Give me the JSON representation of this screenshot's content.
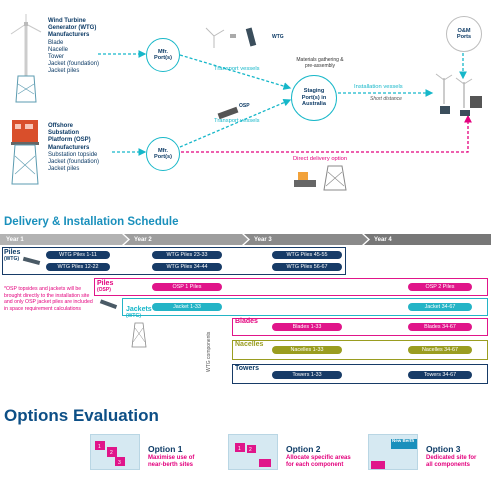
{
  "wtg": {
    "title_lines": [
      "Wind Turbine",
      "Generator (WTG)",
      "Manufacturers"
    ],
    "items": [
      "Blade",
      "Nacelle",
      "Tower",
      "Jacket (foundation)",
      "Jacket piles"
    ]
  },
  "osp": {
    "title_lines": [
      "Offshore",
      "Substation",
      "Platform (OSP)",
      "Manufacturers"
    ],
    "items": [
      "Substation topside",
      "Jacket (foundation)",
      "Jacket piles"
    ]
  },
  "nodes": {
    "mfr_top": [
      "Mfr.",
      "Port(s)"
    ],
    "mfr_bottom": [
      "Mfr.",
      "Port(s)"
    ],
    "staging": [
      "Staging",
      "Port(s) in",
      "Australia"
    ],
    "om": [
      "O&M",
      "Ports"
    ]
  },
  "flow_labels": {
    "transport_top": "Transport vessels",
    "transport_bottom": "Transport vessels",
    "materials": [
      "Materials gathering &",
      "pre-assembly"
    ],
    "installation": "Installation vessels",
    "short_distance": "Short distance",
    "direct_delivery": "Direct delivery option",
    "wtg_tag": "WTG",
    "osp_tag": "OSP"
  },
  "schedule": {
    "heading": "Delivery & Installation Schedule",
    "years": [
      "Year 1",
      "Year 2",
      "Year 3",
      "Year 4"
    ],
    "piles_wtg_label": [
      "Piles",
      "(WTG)"
    ],
    "piles_osp_label": [
      "Piles",
      "(OSP)"
    ],
    "jackets_label": [
      "Jackets",
      "(WTG)"
    ],
    "blades_label": "Blades",
    "nacelles_label": "Nacelles",
    "towers_label": "Towers",
    "wtg_components_vertical": "WTG components",
    "footnote": "*OSP topsides and jackets will be brought directly to the installation site and only OSP jacket piles are included in space requirement calculations",
    "pills": {
      "wtg_piles_1_11": "WTG Piles 1-11",
      "wtg_piles_12_22": "WTG Piles 12-22",
      "wtg_piles_23_33": "WTG Piles 23-33",
      "wtg_piles_34_44": "WTG Piles 34-44",
      "wtg_piles_45_55": "WTG Piles 45-55",
      "wtg_piles_56_67": "WTG Piles 56-67",
      "osp_1_piles": "OSP 1 Piles",
      "osp_2_piles": "OSP 2 Piles",
      "jacket_1_33": "Jacket 1-33",
      "jacket_34_67": "Jacket 34-67",
      "blades_1_33": "Blades 1-33",
      "blades_34_67": "Blades 34-67",
      "nacelles_1_33": "Nacelles 1-33",
      "nacelles_34_67": "Nacelles 34-67",
      "towers_1_33": "Towers 1-33",
      "towers_34_67": "Towers 34-67"
    }
  },
  "options": {
    "heading": "Options Evaluation",
    "items": [
      {
        "title": "Option 1",
        "desc": [
          "Maximise use of",
          "near-berth sites"
        ]
      },
      {
        "title": "Option 2",
        "desc": [
          "Allocate specific areas",
          "for each component"
        ]
      },
      {
        "title": "Option 3",
        "desc": [
          "Dedicated site for",
          "all components"
        ]
      }
    ],
    "thumb_label": "New Berth"
  },
  "colors": {
    "navy": "#173b67",
    "teal": "#24b4c6",
    "magenta": "#e0158a",
    "olive": "#9a9d20",
    "year_bar": "#9e9e9e"
  }
}
